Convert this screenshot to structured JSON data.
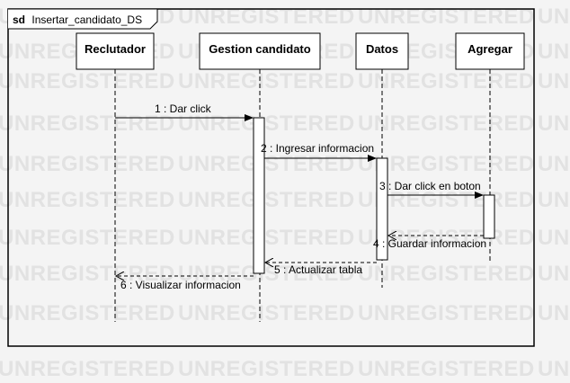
{
  "watermark": "UNREGISTERED",
  "frame": {
    "keyword": "sd",
    "name": "Insertar_candidato_DS"
  },
  "participants": [
    {
      "id": "reclutador",
      "label": "Reclutador"
    },
    {
      "id": "gestion",
      "label": "Gestion candidato"
    },
    {
      "id": "datos",
      "label": "Datos"
    },
    {
      "id": "agregar",
      "label": "Agregar"
    }
  ],
  "messages": [
    {
      "id": "m1",
      "label": "1 : Dar click",
      "kind": "sync"
    },
    {
      "id": "m2",
      "label": "2 : Ingresar informacion",
      "kind": "sync"
    },
    {
      "id": "m3",
      "label": "3 : Dar click en boton",
      "kind": "sync"
    },
    {
      "id": "m3r",
      "label": "",
      "kind": "return"
    },
    {
      "id": "m4",
      "label": "4 : Guardar informacion",
      "kind": "return"
    },
    {
      "id": "m5",
      "label": "5 : Actualizar tabla",
      "kind": "return"
    },
    {
      "id": "m6",
      "label": "6 : Visualizar informacion",
      "kind": "return"
    }
  ],
  "colors": {
    "line": "#000000",
    "box_fill": "#ffffff",
    "watermark": "#e2e2e2",
    "background": "#f4f4f4"
  }
}
